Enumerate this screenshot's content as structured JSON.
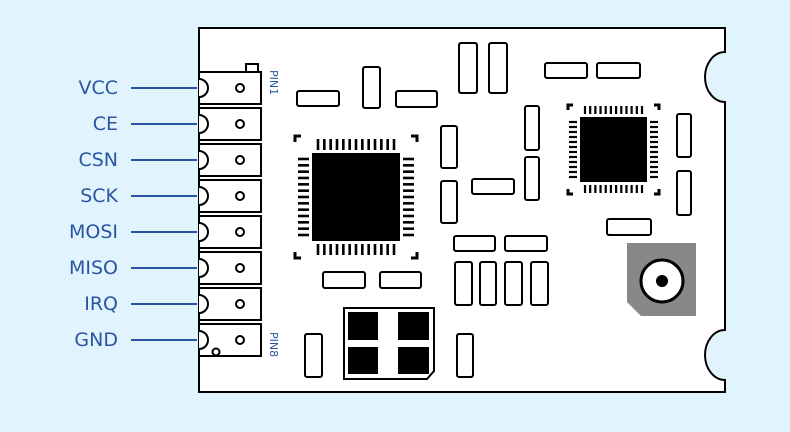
{
  "pins": [
    {
      "label": "VCC"
    },
    {
      "label": "CE"
    },
    {
      "label": "CSN"
    },
    {
      "label": "SCK"
    },
    {
      "label": "MOSI"
    },
    {
      "label": "MISO"
    },
    {
      "label": "IRQ"
    },
    {
      "label": "GND"
    }
  ],
  "pin_markers": {
    "first": "PIN1",
    "last": "PIN8"
  },
  "colors": {
    "background": "#e1f3fd",
    "board": "#ffffff",
    "outline": "#000000",
    "label": "#2a55a0",
    "connector_line": "#2a55a0",
    "crystal_pad": "#888888"
  }
}
